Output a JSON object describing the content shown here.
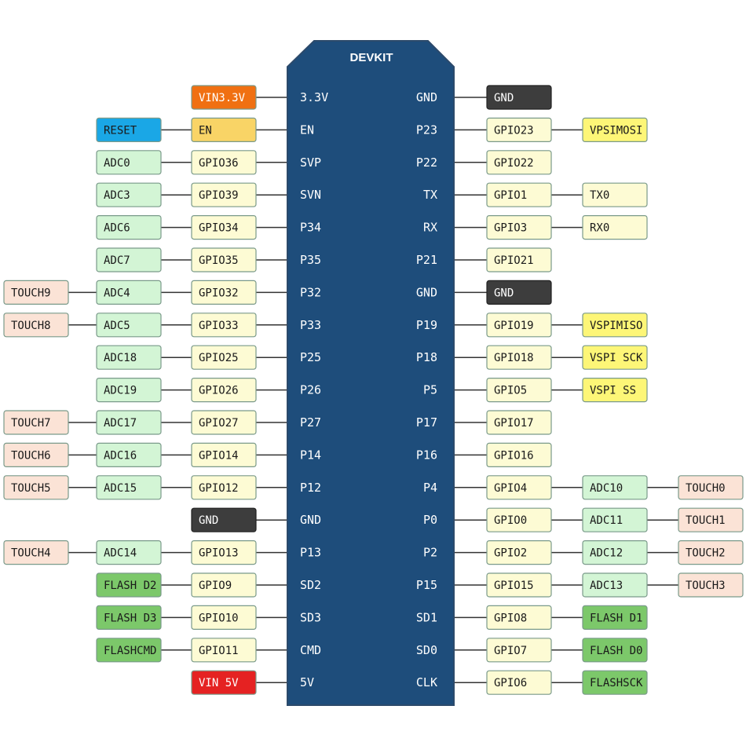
{
  "board": {
    "title": "DEVKIT"
  },
  "palette": {
    "board_fill": "#1e4d7b",
    "board_stroke": "#2c4a6b",
    "gpio": "#fdfbd4",
    "adc": "#d3f5d5",
    "touch": "#fbe3d6",
    "vspi": "#fdf677",
    "flash": "#7cc86a",
    "gnd": "#3d3d3d",
    "vin33": "#f07012",
    "vin5": "#e52222",
    "en": "#f9d466",
    "reset": "#1aa7e6",
    "border": "#7a9a8a",
    "wire": "#333333"
  },
  "left_pins": [
    {
      "pin": "3.3V",
      "labels": [
        {
          "text": "VIN3.3V",
          "kind": "vin33"
        }
      ]
    },
    {
      "pin": "EN",
      "labels": [
        {
          "text": "EN",
          "kind": "en"
        },
        {
          "text": "RESET",
          "kind": "reset"
        }
      ]
    },
    {
      "pin": "SVP",
      "labels": [
        {
          "text": "GPIO36",
          "kind": "gpio"
        },
        {
          "text": "ADC0",
          "kind": "adc"
        }
      ]
    },
    {
      "pin": "SVN",
      "labels": [
        {
          "text": "GPIO39",
          "kind": "gpio"
        },
        {
          "text": "ADC3",
          "kind": "adc"
        }
      ]
    },
    {
      "pin": "P34",
      "labels": [
        {
          "text": "GPIO34",
          "kind": "gpio"
        },
        {
          "text": "ADC6",
          "kind": "adc"
        }
      ]
    },
    {
      "pin": "P35",
      "labels": [
        {
          "text": "GPIO35",
          "kind": "gpio"
        },
        {
          "text": "ADC7",
          "kind": "adc"
        }
      ]
    },
    {
      "pin": "P32",
      "labels": [
        {
          "text": "GPIO32",
          "kind": "gpio"
        },
        {
          "text": "ADC4",
          "kind": "adc"
        },
        {
          "text": "TOUCH9",
          "kind": "touch"
        }
      ]
    },
    {
      "pin": "P33",
      "labels": [
        {
          "text": "GPIO33",
          "kind": "gpio"
        },
        {
          "text": "ADC5",
          "kind": "adc"
        },
        {
          "text": "TOUCH8",
          "kind": "touch"
        }
      ]
    },
    {
      "pin": "P25",
      "labels": [
        {
          "text": "GPIO25",
          "kind": "gpio"
        },
        {
          "text": "ADC18",
          "kind": "adc"
        }
      ]
    },
    {
      "pin": "P26",
      "labels": [
        {
          "text": "GPIO26",
          "kind": "gpio"
        },
        {
          "text": "ADC19",
          "kind": "adc"
        }
      ]
    },
    {
      "pin": "P27",
      "labels": [
        {
          "text": "GPIO27",
          "kind": "gpio"
        },
        {
          "text": "ADC17",
          "kind": "adc"
        },
        {
          "text": "TOUCH7",
          "kind": "touch"
        }
      ]
    },
    {
      "pin": "P14",
      "labels": [
        {
          "text": "GPIO14",
          "kind": "gpio"
        },
        {
          "text": "ADC16",
          "kind": "adc"
        },
        {
          "text": "TOUCH6",
          "kind": "touch"
        }
      ]
    },
    {
      "pin": "P12",
      "labels": [
        {
          "text": "GPIO12",
          "kind": "gpio"
        },
        {
          "text": "ADC15",
          "kind": "adc"
        },
        {
          "text": "TOUCH5",
          "kind": "touch"
        }
      ]
    },
    {
      "pin": "GND",
      "labels": [
        {
          "text": "GND",
          "kind": "gnd"
        }
      ]
    },
    {
      "pin": "P13",
      "labels": [
        {
          "text": "GPIO13",
          "kind": "gpio"
        },
        {
          "text": "ADC14",
          "kind": "adc"
        },
        {
          "text": "TOUCH4",
          "kind": "touch"
        }
      ]
    },
    {
      "pin": "SD2",
      "labels": [
        {
          "text": "GPIO9",
          "kind": "gpio"
        },
        {
          "text": "FLASH D2",
          "kind": "flash"
        }
      ]
    },
    {
      "pin": "SD3",
      "labels": [
        {
          "text": "GPIO10",
          "kind": "gpio"
        },
        {
          "text": "FLASH D3",
          "kind": "flash"
        }
      ]
    },
    {
      "pin": "CMD",
      "labels": [
        {
          "text": "GPIO11",
          "kind": "gpio"
        },
        {
          "text": "FLASHCMD",
          "kind": "flash"
        }
      ]
    },
    {
      "pin": "5V",
      "labels": [
        {
          "text": "VIN 5V",
          "kind": "vin5"
        }
      ]
    }
  ],
  "right_pins": [
    {
      "pin": "GND",
      "labels": [
        {
          "text": "GND",
          "kind": "gnd"
        }
      ]
    },
    {
      "pin": "P23",
      "labels": [
        {
          "text": "GPIO23",
          "kind": "gpio"
        },
        {
          "text": "VPSIMOSI",
          "kind": "vspi"
        }
      ]
    },
    {
      "pin": "P22",
      "labels": [
        {
          "text": "GPIO22",
          "kind": "gpio"
        }
      ]
    },
    {
      "pin": "TX",
      "labels": [
        {
          "text": "GPIO1",
          "kind": "gpio"
        },
        {
          "text": "TX0",
          "kind": "gpio"
        }
      ]
    },
    {
      "pin": "RX",
      "labels": [
        {
          "text": "GPIO3",
          "kind": "gpio"
        },
        {
          "text": "RX0",
          "kind": "gpio"
        }
      ]
    },
    {
      "pin": "P21",
      "labels": [
        {
          "text": "GPIO21",
          "kind": "gpio"
        }
      ]
    },
    {
      "pin": "GND",
      "labels": [
        {
          "text": "GND",
          "kind": "gnd"
        }
      ]
    },
    {
      "pin": "P19",
      "labels": [
        {
          "text": "GPIO19",
          "kind": "gpio"
        },
        {
          "text": "VSPIMISO",
          "kind": "vspi"
        }
      ]
    },
    {
      "pin": "P18",
      "labels": [
        {
          "text": "GPIO18",
          "kind": "gpio"
        },
        {
          "text": "VSPI SCK",
          "kind": "vspi"
        }
      ]
    },
    {
      "pin": "P5",
      "labels": [
        {
          "text": "GPIO5",
          "kind": "gpio"
        },
        {
          "text": "VSPI SS",
          "kind": "vspi"
        }
      ]
    },
    {
      "pin": "P17",
      "labels": [
        {
          "text": "GPIO17",
          "kind": "gpio"
        }
      ]
    },
    {
      "pin": "P16",
      "labels": [
        {
          "text": "GPIO16",
          "kind": "gpio"
        }
      ]
    },
    {
      "pin": "P4",
      "labels": [
        {
          "text": "GPIO4",
          "kind": "gpio"
        },
        {
          "text": "ADC10",
          "kind": "adc"
        },
        {
          "text": "TOUCH0",
          "kind": "touch"
        }
      ]
    },
    {
      "pin": "P0",
      "labels": [
        {
          "text": "GPIO0",
          "kind": "gpio"
        },
        {
          "text": "ADC11",
          "kind": "adc"
        },
        {
          "text": "TOUCH1",
          "kind": "touch"
        }
      ]
    },
    {
      "pin": "P2",
      "labels": [
        {
          "text": "GPIO2",
          "kind": "gpio"
        },
        {
          "text": "ADC12",
          "kind": "adc"
        },
        {
          "text": "TOUCH2",
          "kind": "touch"
        }
      ]
    },
    {
      "pin": "P15",
      "labels": [
        {
          "text": "GPIO15",
          "kind": "gpio"
        },
        {
          "text": "ADC13",
          "kind": "adc"
        },
        {
          "text": "TOUCH3",
          "kind": "touch"
        }
      ]
    },
    {
      "pin": "SD1",
      "labels": [
        {
          "text": "GPIO8",
          "kind": "gpio"
        },
        {
          "text": "FLASH D1",
          "kind": "flash"
        }
      ]
    },
    {
      "pin": "SD0",
      "labels": [
        {
          "text": "GPIO7",
          "kind": "gpio"
        },
        {
          "text": "FLASH D0",
          "kind": "flash"
        }
      ]
    },
    {
      "pin": "CLK",
      "labels": [
        {
          "text": "GPIO6",
          "kind": "gpio"
        },
        {
          "text": "FLASHSCK",
          "kind": "flash"
        }
      ]
    }
  ]
}
